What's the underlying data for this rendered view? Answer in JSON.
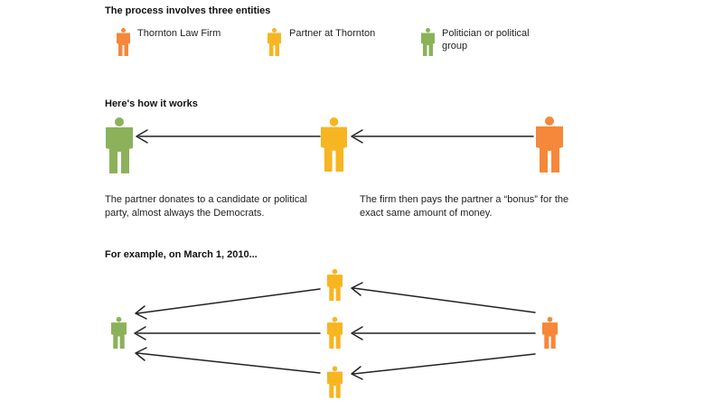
{
  "headings": {
    "entities": "The process involves three entities",
    "how": "Here's how it works",
    "example": "For example, on March 1, 2010..."
  },
  "legend": [
    {
      "label": "Thornton Law Firm",
      "color": "#f5883a"
    },
    {
      "label": "Partner at Thornton",
      "color": "#f7b521"
    },
    {
      "label": "Politician or political group",
      "color": "#8bb25a"
    }
  ],
  "descriptions": {
    "donation": "The partner donates to a candidate or political party, almost always the Democrats.",
    "bonus": "The firm then pays the partner a “bonus” for the exact same amount of money."
  },
  "colors": {
    "firm": "#f5883a",
    "partner": "#f7b521",
    "politician": "#8bb25a",
    "arrow": "#222222"
  },
  "icons": [
    "person-icon",
    "arrow-icon"
  ]
}
